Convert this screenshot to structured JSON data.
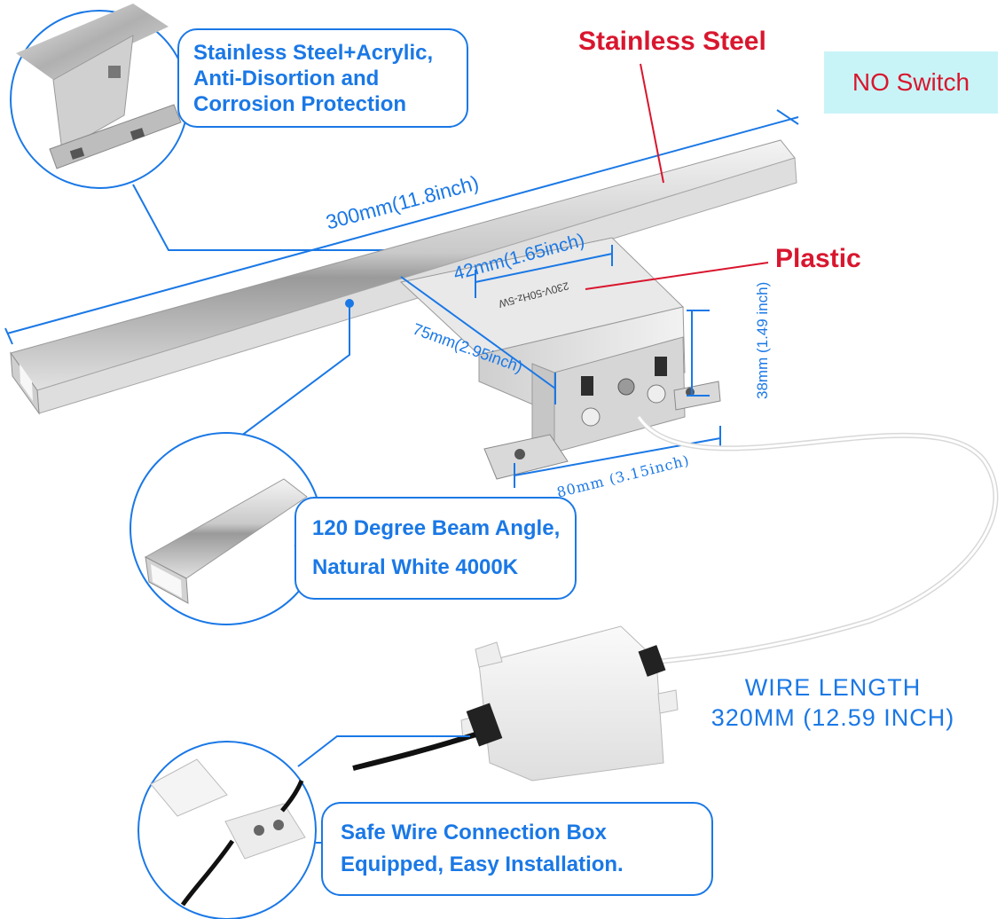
{
  "callouts": {
    "material": {
      "line1": "Stainless Steel+Acrylic,",
      "line2": "Anti-Disortion and",
      "line3": "Corrosion Protection"
    },
    "beam": {
      "line1": "120 Degree Beam Angle,",
      "line2": "Natural White 4000K"
    },
    "box": {
      "line1": "Safe Wire Connection Box",
      "line2": "Equipped, Easy Installation."
    }
  },
  "labels": {
    "stainless_steel": "Stainless Steel",
    "plastic": "Plastic",
    "no_switch": "NO Switch"
  },
  "dimensions": {
    "length": "300mm(11.8inch)",
    "width": "42mm(1.65inch)",
    "depth": "75mm(2.95inch)",
    "height": "38mm (1.49 inch)",
    "base": "80mm (3.15inch)"
  },
  "wire": {
    "line1": "WIRE LENGTH",
    "line2": "320MM (12.59 INCH)"
  },
  "colors": {
    "accent_blue": "#1a78e6",
    "label_red": "#d9162e",
    "badge_bg": "#c9f4f7"
  }
}
